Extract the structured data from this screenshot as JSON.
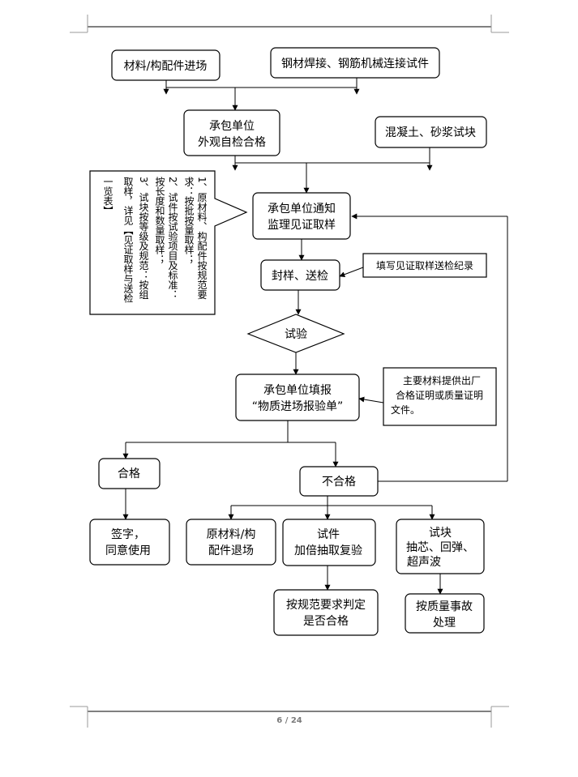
{
  "page_number": "6 / 24",
  "nodes": {
    "material_entry": "材料/构配件进场",
    "steel_weld_test": "钢材焊接、钢筋机械连接试件",
    "contractor_self_check": [
      "承包单位",
      "外观自检合格"
    ],
    "concrete_mortar_test": "混凝土、砂浆试块",
    "notify_supervision": [
      "承包单位通知",
      "监理见证取样"
    ],
    "seal_send": "封样、送检",
    "fill_record": "填写见证取样送检纪录",
    "test": "试验",
    "fill_report": [
      "承包单位填报",
      "“物质进场报验单”"
    ],
    "manufacturer_cert": [
      "主要材料提供出厂",
      "合格证明或质量证明",
      "文件。"
    ],
    "qualified": "合格",
    "unqualified": "不合格",
    "sign_approve": [
      "签字，",
      "同意使用"
    ],
    "return_material": [
      "原材料/构",
      "配件退场"
    ],
    "specimen_retest": [
      "试件",
      "加倍抽取复验"
    ],
    "block_methods": [
      "试块",
      "抽芯、回弹、",
      "超声波"
    ],
    "judge_standard": [
      "按规范要求判定",
      "是否合格"
    ],
    "quality_accident": [
      "按质量事故",
      "处理"
    ]
  },
  "sampling_note": {
    "columns": [
      "1、原材料、构配件按规范要",
      "求：按批按量取样；",
      "2、试件按试验项目及标准：",
      "按长度和数量取样；",
      "3、试块按等级及规范：按组",
      "取样，详见【见证取样与送检",
      "一览表】"
    ]
  }
}
